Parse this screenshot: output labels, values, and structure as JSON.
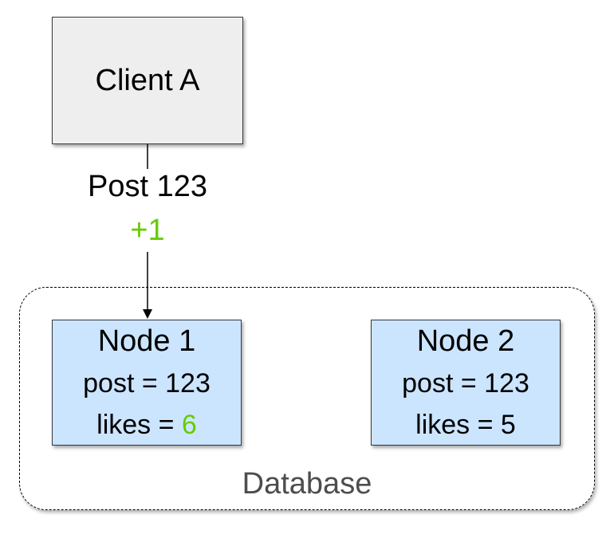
{
  "client": {
    "label": "Client A"
  },
  "request": {
    "post_label": "Post 123",
    "delta": "+1"
  },
  "database": {
    "label": "Database",
    "nodes": [
      {
        "title": "Node 1",
        "post_line": "post = 123",
        "likes_prefix": "likes = ",
        "likes_value": "6"
      },
      {
        "title": "Node 2",
        "post_line": "post = 123",
        "likes_prefix": "likes = ",
        "likes_value": "5"
      }
    ]
  },
  "colors": {
    "client_fill": "#eeeeee",
    "node_fill": "#cce5ff",
    "highlight": "#66cc00",
    "database_label": "#4d4d4d"
  }
}
